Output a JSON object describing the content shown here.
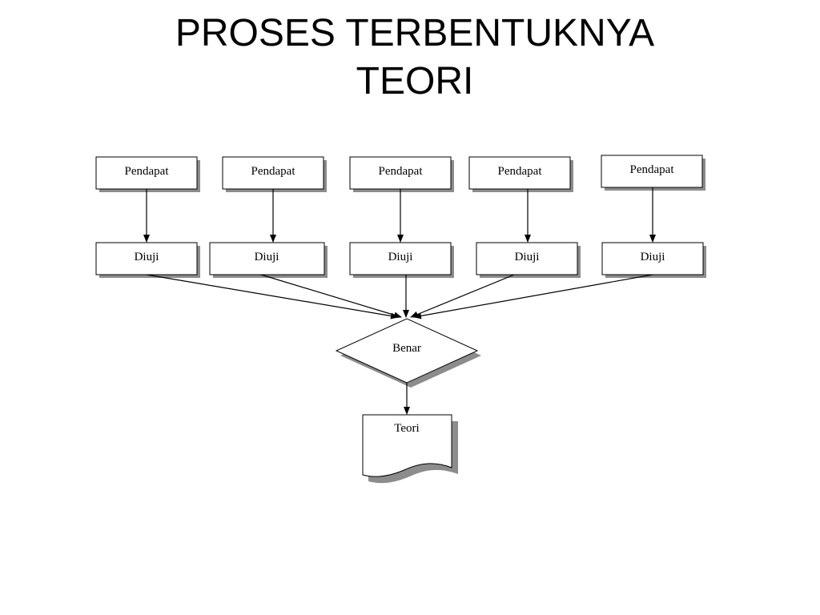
{
  "title": {
    "line1": "PROSES TERBENTUKNYA",
    "line2": "TEORI"
  },
  "diagram": {
    "opinions": [
      "Pendapat",
      "Pendapat",
      "Pendapat",
      "Pendapat",
      "Pendapat"
    ],
    "tests": [
      "Diuji",
      "Diuji",
      "Diuji",
      "Diuji",
      "Diuji"
    ],
    "decision": "Benar",
    "result": "Teori"
  }
}
